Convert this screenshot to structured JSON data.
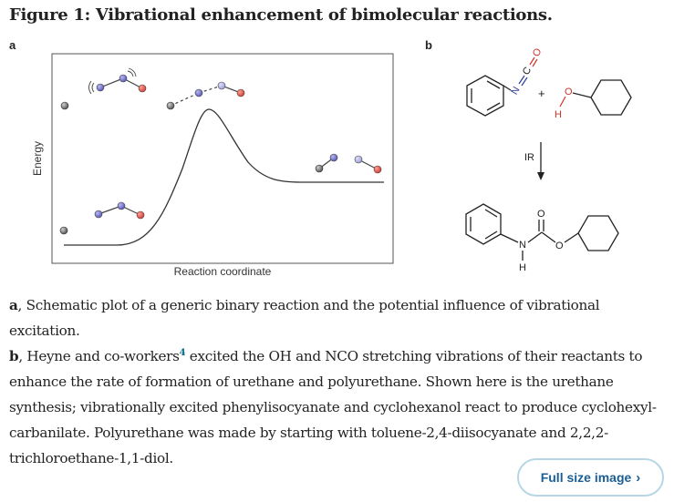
{
  "figure": {
    "title": "Figure 1: Vibrational enhancement of bimolecular reactions.",
    "panel_a_label": "a",
    "panel_b_label": "b"
  },
  "panel_a": {
    "ylabel": "Energy",
    "xlabel": "Reaction coordinate"
  },
  "panel_b": {
    "plus": "+",
    "arrow_label": "IR",
    "reactant1_atoms": {
      "n": "N",
      "c": "C",
      "o": "O"
    },
    "reactant2_atoms": {
      "o": "O",
      "h": "H"
    },
    "product_atoms": {
      "o": "O",
      "n": "N",
      "h": "H",
      "o2": "O"
    }
  },
  "caption": {
    "a_label": "a",
    "a_text": ", Schematic plot of a generic binary reaction and the potential influence of vibrational excitation.",
    "b_label": "b",
    "b_text_1": ", Heyne and co-workers",
    "b_ref": "4",
    "b_text_2": " excited the OH and NCO stretching vibrations of their reactants to enhance the rate of formation of urethane and polyurethane. Shown here is the urethane synthesis; vibrationally excited phenylisocyanate and cyclohexanol react to produce cyclohexyl-carbanilate. Polyurethane was made by starting with toluene-2,4-diisocyanate and 2,2,2-trichloroethane-1,1-diol."
  },
  "full_size_button": {
    "label": "Full size image",
    "icon": "chevron-right-icon"
  },
  "colors": {
    "blue_atom": "#6f6fc7",
    "red_atom": "#e0524a",
    "grey_atom": "#707070",
    "chem_red": "#d0332a",
    "chem_blue": "#2f3d99",
    "link": "#1b5e95"
  }
}
